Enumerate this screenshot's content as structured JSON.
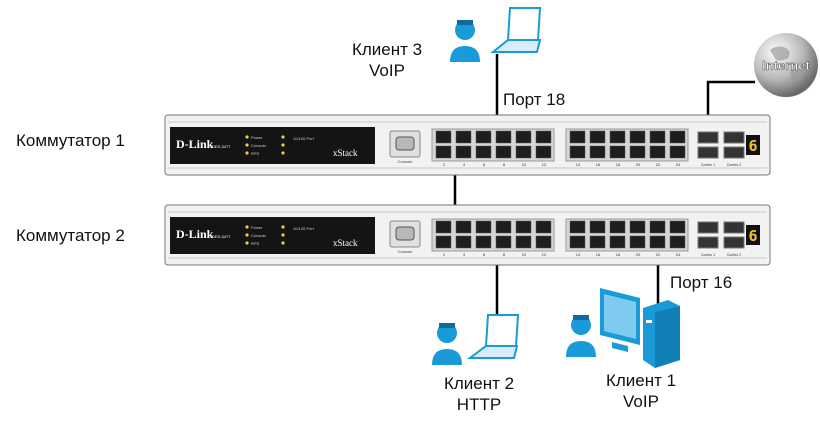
{
  "switches": [
    {
      "label": "Коммутатор 1",
      "brand": "D-Link",
      "model": "DES-3477",
      "series": "xStack"
    },
    {
      "label": "Коммутатор 2",
      "brand": "D-Link",
      "model": "DES-3477",
      "series": "xStack"
    }
  ],
  "clients": [
    {
      "name": "Клиент 3",
      "service": "VoIP"
    },
    {
      "name": "Клиент 2",
      "service": "HTTP"
    },
    {
      "name": "Клиент 1",
      "service": "VoIP"
    }
  ],
  "ports": {
    "port18": "Порт 18",
    "port16": "Порт 16"
  },
  "internet": "Internet",
  "front_panel": {
    "leds": [
      "Power",
      "Console",
      "RPS"
    ],
    "led_right": [
      "10/100 Port"
    ],
    "port_numbers": [
      "2",
      "4",
      "6",
      "8",
      "10",
      "12",
      "14",
      "16",
      "18",
      "20",
      "22",
      "24"
    ],
    "console_label": "Console",
    "unit_digit": "6",
    "combo_labels": [
      "Combo 1",
      "Combo 2"
    ]
  },
  "colors": {
    "accent": "#1a9bd7",
    "chassis": "#f2f2f2",
    "panel": "#141414",
    "link": "#000000"
  }
}
